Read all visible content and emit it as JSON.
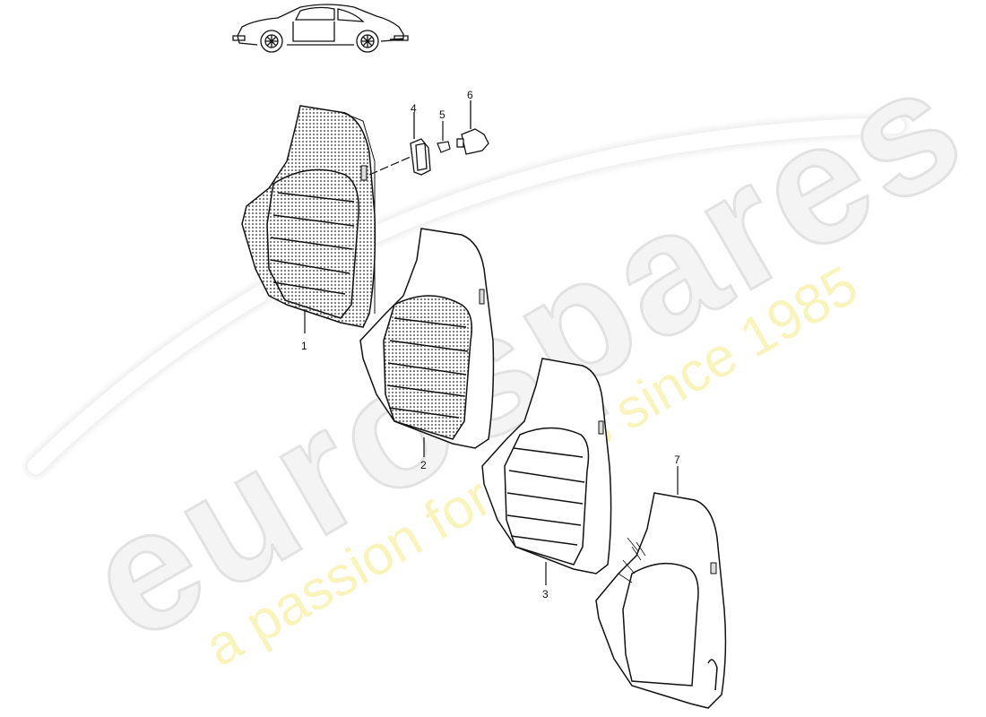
{
  "diagram": {
    "type": "exploded-parts-view",
    "subject": "seat backrest components",
    "vehicle_thumbnail": "classic coupe side view"
  },
  "watermark": {
    "brand": "eurospares",
    "tagline": "a passion for parts since 1985",
    "brand_color": "#e6e6e6",
    "tagline_color": "#f7f3b0"
  },
  "parts": [
    {
      "callout": "1",
      "name": "backrest cover (perforated, full)"
    },
    {
      "callout": "2",
      "name": "backrest cover (perforated center)"
    },
    {
      "callout": "3",
      "name": "backrest cover (plain)"
    },
    {
      "callout": "4",
      "name": "cap / bezel"
    },
    {
      "callout": "5",
      "name": "clip"
    },
    {
      "callout": "6",
      "name": "knob"
    },
    {
      "callout": "7",
      "name": "backrest padding / foam"
    }
  ],
  "colors": {
    "line": "#111111",
    "background": "#ffffff",
    "perforation": "#555555"
  }
}
